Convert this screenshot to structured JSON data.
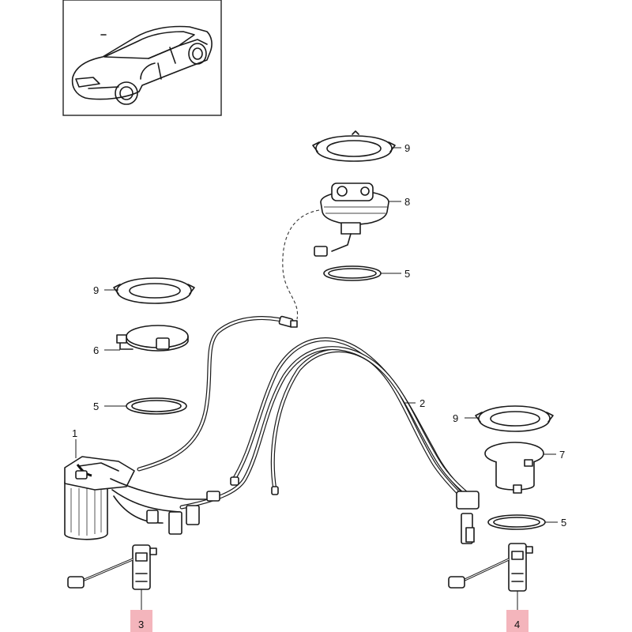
{
  "callouts": {
    "c1": "1",
    "c2": "2",
    "c3": "3",
    "c4": "4",
    "c5a": "5",
    "c5b": "5",
    "c5c": "5",
    "c6": "6",
    "c7": "7",
    "c8": "8",
    "c9a": "9",
    "c9b": "9",
    "c9c": "9"
  },
  "highlight_color": "#f2a8b0"
}
